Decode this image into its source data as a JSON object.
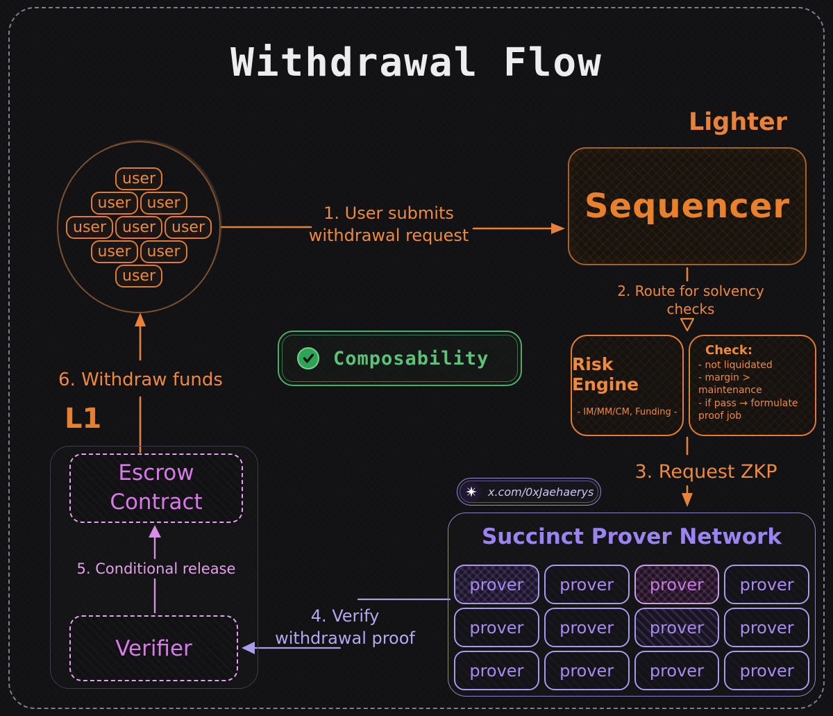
{
  "title": "Withdrawal Flow",
  "lighter_label": "Lighter",
  "users": {
    "labels": [
      "user",
      "user",
      "user",
      "user",
      "user",
      "user",
      "user",
      "user",
      "user"
    ]
  },
  "flows": {
    "step1": {
      "line1": "1. User submits",
      "line2": "withdrawal request"
    },
    "step2": {
      "line1": "2. Route for solvency",
      "line2": "checks"
    },
    "step3": {
      "label": "3. Request ZKP"
    },
    "step4": {
      "line1": "4. Verify",
      "line2": "withdrawal proof"
    },
    "step5": {
      "label": "5. Conditional release"
    },
    "step6": {
      "label": "6. Withdraw funds"
    }
  },
  "sequencer": {
    "label": "Sequencer"
  },
  "risk_engine": {
    "title": "Risk Engine",
    "subtitle": "- IM/MM/CM, Funding -"
  },
  "check": {
    "title": "Check:",
    "items": [
      "- not liquidated",
      "- margin > maintenance",
      "- if pass → formulate proof job"
    ]
  },
  "composability": {
    "label": "Composability",
    "icon": "check-circle-icon"
  },
  "l1": {
    "label": "L1",
    "escrow": {
      "line1": "Escrow",
      "line2": "Contract"
    },
    "verifier": {
      "label": "Verifier"
    }
  },
  "succinct": {
    "badge": {
      "label": "x.com/0xJaehaerys",
      "icon": "sparkle-icon"
    },
    "title": "Succinct Prover Network",
    "provers": [
      {
        "label": "prover",
        "variant": "tint-purple"
      },
      {
        "label": "prover",
        "variant": ""
      },
      {
        "label": "prover",
        "variant": "tint-pink"
      },
      {
        "label": "prover",
        "variant": ""
      },
      {
        "label": "prover",
        "variant": ""
      },
      {
        "label": "prover",
        "variant": ""
      },
      {
        "label": "prover",
        "variant": "hatch-purple"
      },
      {
        "label": "prover",
        "variant": ""
      },
      {
        "label": "prover",
        "variant": ""
      },
      {
        "label": "prover",
        "variant": ""
      },
      {
        "label": "prover",
        "variant": ""
      },
      {
        "label": "prover",
        "variant": ""
      }
    ]
  },
  "colors": {
    "bg": "#121214",
    "title": "#ededf0",
    "canvas_border": "#7e7e8c",
    "orange_text": "#ee8a3e",
    "orange_line": "#e8823a",
    "orange_border": "#e07c33",
    "sequencer_border": "#a4622c",
    "brown_circle": "#7a5130",
    "green_border": "#4fae68",
    "green_text": "#5dc178",
    "green_icon": "#2ea458",
    "purple_title": "#9b84f2",
    "purple_cell_border": "#ab99ec",
    "purple_cell_text": "#a78bf0",
    "succinct_border": "#8f84b8",
    "lavender_line": "#ab9cec",
    "lavender_text": "#b7a7f0",
    "pink_line": "#da8ce6",
    "pink_text": "#e0a0e6",
    "magenta_text": "#d87ae8",
    "magenta_dash": "#e2a4ec",
    "l1_border": "#403a4e",
    "badge_border": "#9b8ad8",
    "badge_text": "#cfc3f5"
  }
}
